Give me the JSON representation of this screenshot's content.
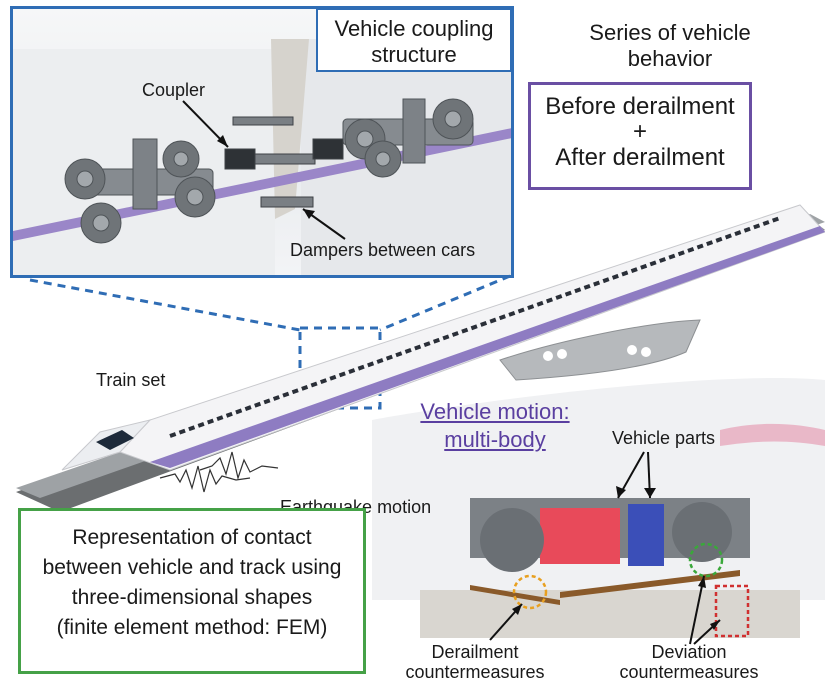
{
  "inset": {
    "title_line1": "Vehicle coupling",
    "title_line2": "structure",
    "coupler_label": "Coupler",
    "dampers_label": "Dampers between cars"
  },
  "series": {
    "title_line1": "Series of vehicle",
    "title_line2": "behavior",
    "box_line1": "Before derailment",
    "box_line2": "+",
    "box_line3": "After derailment"
  },
  "train_set_label": "Train set",
  "earthquake_label": "Earthquake motion",
  "vehicle_motion": {
    "line1": "Vehicle motion:",
    "line2": "multi-body"
  },
  "vehicle_parts_label": "Vehicle parts",
  "contact_box": {
    "line1": "Representation of contact",
    "line2": "between vehicle and track using",
    "line3": "three-dimensional shapes",
    "line4": "(finite element method: FEM)"
  },
  "derailment_cm": {
    "line1": "Derailment",
    "line2": "countermeasures"
  },
  "deviation_cm": {
    "line1": "Deviation",
    "line2": "countermeasures"
  },
  "colors": {
    "inset_border": "#2f6db5",
    "series_border": "#6a4fa3",
    "contact_border": "#45a147",
    "vehicle_motion_text": "#5a3fa0",
    "derailment_circle": "#e8a020",
    "deviation_circle": "#3aa83a",
    "deviation_rect": "#d03030"
  }
}
